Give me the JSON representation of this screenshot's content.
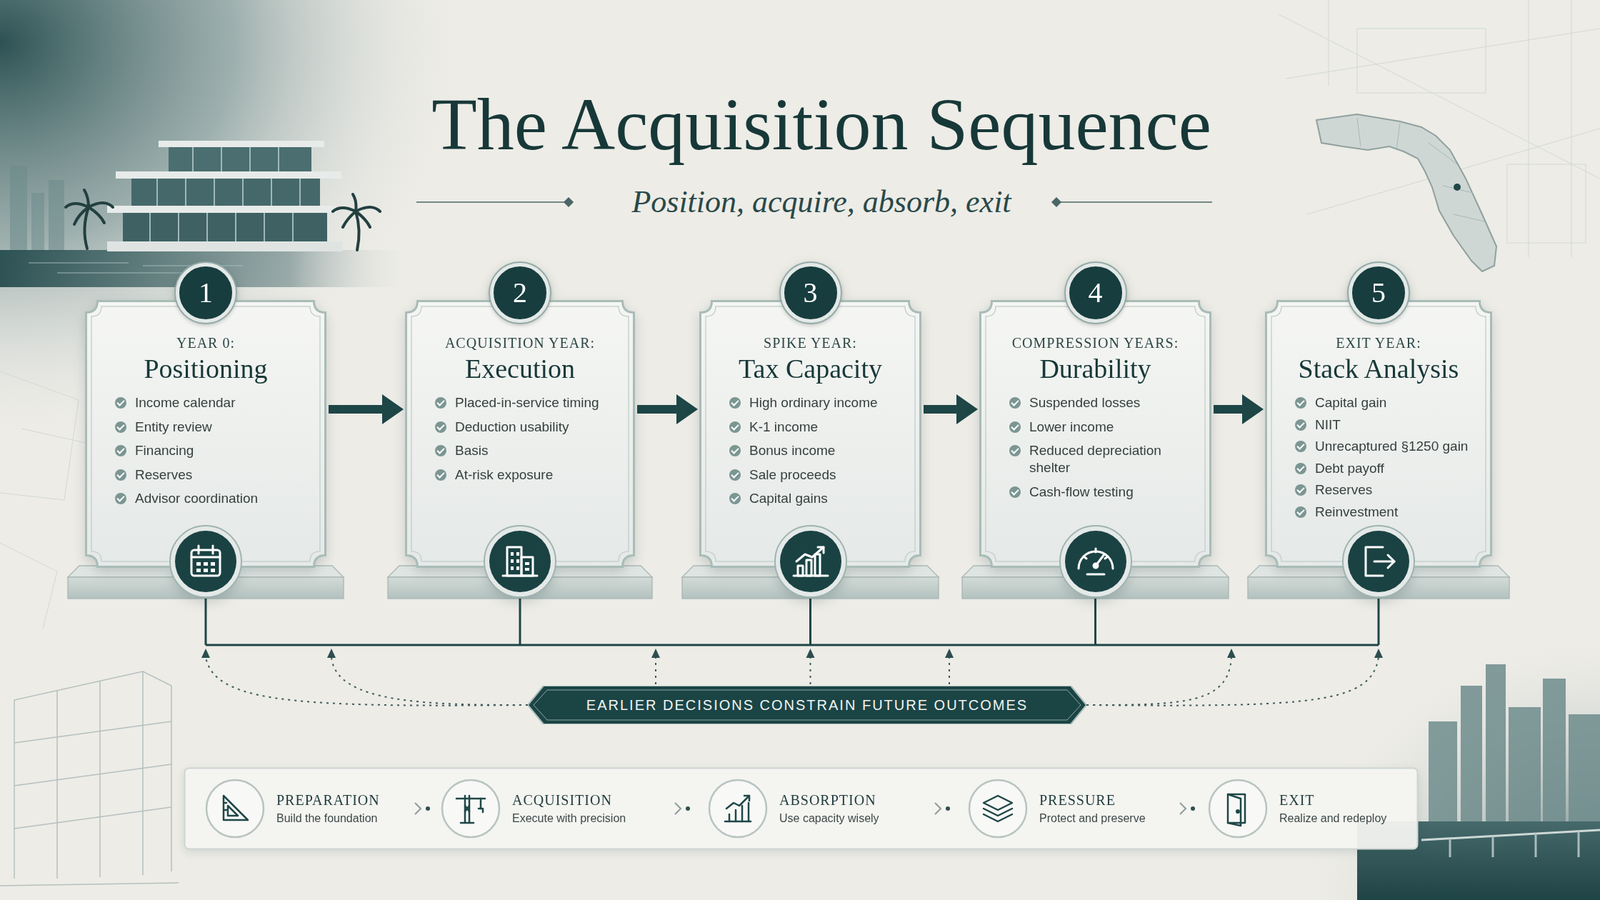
{
  "diagram": {
    "title": "The Acquisition Sequence",
    "caption": "Position, acquire, absorb, exit",
    "nodes": [
      {
        "text": [
          "1",
          "YEAR 0:",
          "Positioning",
          "Income calendar",
          "Entity review",
          "Financing",
          "Reserves",
          "Advisor coordination"
        ]
      },
      {
        "text": [
          "2",
          "ACQUISITION YEAR:",
          "Execution",
          "Placed-in-service timing",
          "Deduction usability",
          "Basis",
          "At-risk exposure"
        ]
      },
      {
        "text": [
          "3",
          "SPIKE YEAR:",
          "Tax Capacity",
          "High ordinary income",
          "K-1 income",
          "Bonus income",
          "Sale proceeds",
          "Capital gains"
        ]
      },
      {
        "text": [
          "4",
          "COMPRESSION YEARS:",
          "Durability",
          "Suspended losses",
          "Lower income",
          "Reduced depreciation shelter",
          "Cash-flow testing"
        ]
      },
      {
        "text": [
          "5",
          "EXIT YEAR:",
          "Stack Analysis",
          "Capital gain",
          "NIIT",
          "Unrecaptured §1250 gain",
          "Debt payoff",
          "Reserves",
          "Reinvestment"
        ]
      },
      {
        "text": [
          "EARLIER DECISIONS CONSTRAIN FUTURE OUTCOMES"
        ]
      },
      {
        "text": [
          "PREPARATION",
          "Build the foundation",
          "ACQUISITION",
          "Execute with precision",
          "ABSORPTION",
          "Use capacity wisely",
          "PRESSURE",
          "Protect and preserve",
          "EXIT",
          "Realize and redeploy"
        ]
      }
    ],
    "edges": [
      {
        "from": 0,
        "to": 1,
        "arrow": "to"
      },
      {
        "from": 1,
        "to": 2,
        "arrow": "to"
      },
      {
        "from": 2,
        "to": 3,
        "arrow": "to"
      },
      {
        "from": 3,
        "to": 4,
        "arrow": "to"
      }
    ]
  }
}
